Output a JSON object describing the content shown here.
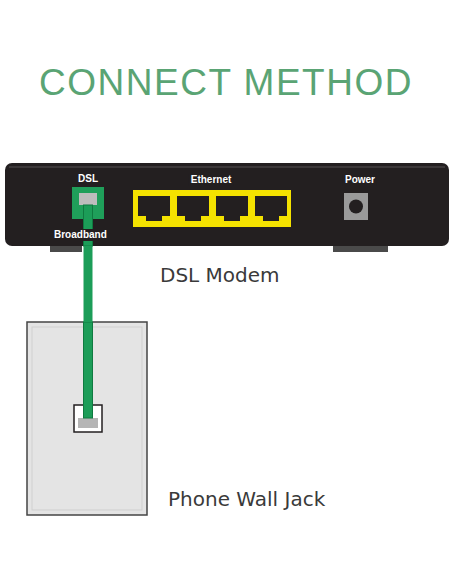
{
  "diagram": {
    "title": "CONNECT METHOD",
    "nodes": [
      {
        "text": [
          "DSL Modem"
        ]
      },
      {
        "text": [
          "Phone Wall Jack"
        ]
      }
    ],
    "edges": [
      {
        "from": 0,
        "to": 1,
        "arrow": "none"
      }
    ],
    "labels": [
      "DSL",
      "Ethernet",
      "Power",
      "Broadband"
    ]
  }
}
